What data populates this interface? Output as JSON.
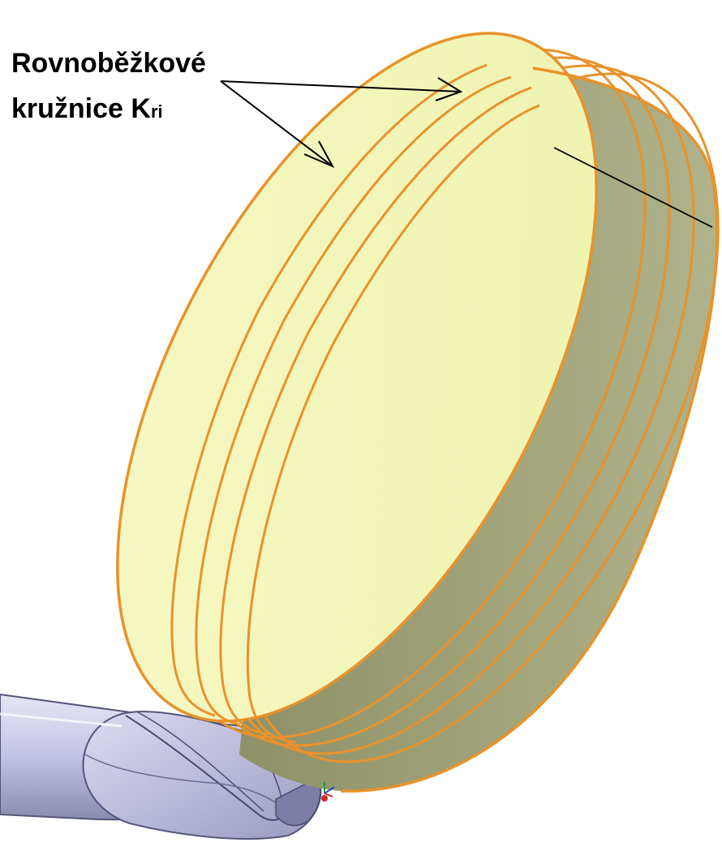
{
  "annotation": {
    "line1": "Rovnoběžkové",
    "line2_main": "kružnice K",
    "line2_sub": "ri"
  },
  "colors": {
    "face": "#f1f5b4",
    "side": "#9fa27a",
    "rim": "#e8922a",
    "cutter_body": "#c9c9e8",
    "cutter_dark": "#8f8fb5",
    "leader": "#000000"
  },
  "icons": {
    "axis_triad": "axis-triad-icon"
  }
}
